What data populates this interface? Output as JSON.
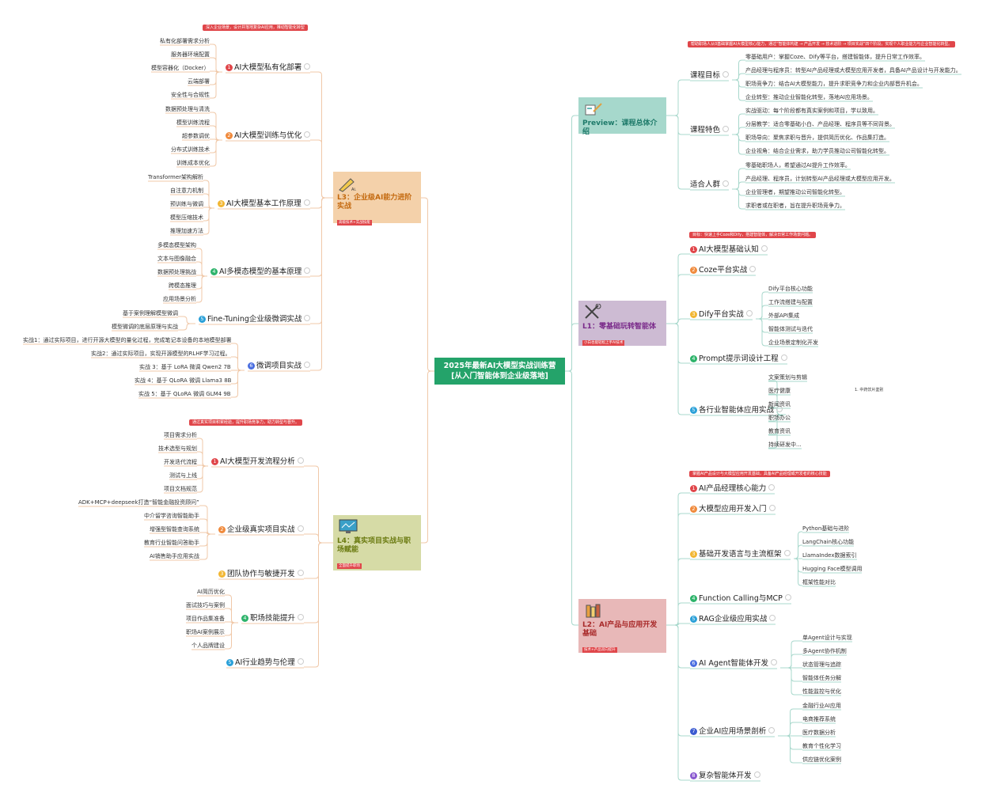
{
  "center": {
    "line1": "2025年最新AI大模型实战训练营",
    "line2": "[从入门智能体到企业级落地]"
  },
  "preview": {
    "title": "Preview：课程总体介绍",
    "tag": "帮助职场人从0基础掌握AI大模型核心能力，通过“智能体构建 → 产品开发 → 技术进阶 → 项目实战”四个阶段，实现个人职业能力与企业智能化转型。",
    "groups": [
      {
        "label": "课程目标",
        "items": [
          "零基础用户：掌握Coze、Dify等平台，搭建智能体，提升日常工作效率。",
          "产品经理与程序员：转型AI产品经理或大模型应用开发者，具备AI产品设计与开发能力。",
          "职场竞争力：结合AI大模型能力，提升求职竞争力和企业内部晋升机会。",
          "企业转型：推动企业智能化转型，落地AI应用场景。"
        ]
      },
      {
        "label": "课程特色",
        "items": [
          "实战驱动：每个阶段都有真实案例和项目，学以致用。",
          "分层教学：适合零基础小白、产品经理、程序员等不同背景。",
          "职场导向：聚焦求职与晋升，提供简历优化、作品集打造。",
          "企业视角：结合企业需求，助力学员推动公司智能化转型。"
        ]
      },
      {
        "label": "适合人群",
        "items": [
          "零基础职场人，希望通过AI提升工作效率。",
          "产品经理、程序员，计划转型AI产品经理或大模型应用开发。",
          "企业管理者，期望推动公司智能化转型。",
          "求职者或在职者，旨在提升职场竞争力。"
        ]
      }
    ]
  },
  "l1": {
    "title": "L1：零基础玩转智能体",
    "sub": "小白也能轻松上手AI技术",
    "tag": "目标：快速上手Coze和Dify，搭建智能体，解决日常工作场景问题。",
    "items": [
      {
        "num": "1",
        "label": "AI大模型基础认知"
      },
      {
        "num": "2",
        "label": "Coze平台实战"
      },
      {
        "num": "3",
        "label": "Dify平台实战",
        "children": [
          "Dify平台核心功能",
          "工作流搭建与配置",
          "外部API集成",
          "智能体测试与迭代",
          "企业场景定制化开发"
        ]
      },
      {
        "num": "4",
        "label": "Prompt提示词设计工程"
      },
      {
        "num": "5",
        "label": "各行业智能体应用实战",
        "children": [
          "文案策划与剪辑",
          "医疗健康",
          "新闻资讯",
          "职场办公",
          "教育资讯",
          "持续研发中..."
        ],
        "note": "1. 中药饮片鉴别"
      }
    ]
  },
  "l2": {
    "title": "L2：AI产品与应用开发基础",
    "sub": "技术+产品双向提升",
    "tag": "掌握AI产品设计与大模型应用开发基础，具备AI产品经理或开发者的核心技能",
    "items": [
      {
        "num": "1",
        "label": "AI产品经理核心能力"
      },
      {
        "num": "2",
        "label": "大模型应用开发入门"
      },
      {
        "num": "3",
        "label": "基础开发语言与主流框架",
        "children": [
          "Python基础与进阶",
          "LangChain核心功能",
          "LlamaIndex数据索引",
          "Hugging Face模型调用",
          "框架性能对比"
        ]
      },
      {
        "num": "4",
        "label": "Function Calling与MCP"
      },
      {
        "num": "5",
        "label": "RAG企业级应用实战"
      },
      {
        "num": "6",
        "label": "AI Agent智能体开发",
        "children": [
          "单Agent设计与实现",
          "多Agent协作机制",
          "状态管理与追踪",
          "智能体任务分解",
          "性能监控与优化"
        ]
      },
      {
        "num": "7",
        "label": "企业AI应用场景剖析",
        "children": [
          "金融行业AI应用",
          "电商推荐系统",
          "医疗数据分析",
          "教育个性化学习",
          "供应链优化案例"
        ]
      },
      {
        "num": "8",
        "label": "复杂智能体开发"
      }
    ]
  },
  "l3": {
    "title": "L3：企业级AI能力进阶实战",
    "sub": "高级技术+实战技能",
    "tag": "深入企业场景，设计并落地复杂AI应用，推动智能化转型",
    "items": [
      {
        "num": "1",
        "label": "AI大模型私有化部署",
        "children": [
          "私有化部署需求分析",
          "服务器环境配置",
          "模型容器化（Docker）",
          "云端部署",
          "安全性与合规性"
        ]
      },
      {
        "num": "2",
        "label": "AI大模型训练与优化",
        "children": [
          "数据预处理与清洗",
          "模型训练流程",
          "超参数调优",
          "分布式训练技术",
          "训练成本优化"
        ]
      },
      {
        "num": "3",
        "label": "AI大模型基本工作原理",
        "children": [
          "Transformer架构解析",
          "自注意力机制",
          "预训练与微调",
          "模型压缩技术",
          "推理加速方法"
        ]
      },
      {
        "num": "4",
        "label": "AI多模态模型的基本原理",
        "children": [
          "多模态模型架构",
          "文本与图像融合",
          "数据预处理挑战",
          "跨模态推理",
          "应用场景分析"
        ]
      },
      {
        "num": "5",
        "label": "Fine-Tuning企业级微调实战",
        "children": [
          "基于案例理解模型微调",
          "模型微调的底层原理与实战"
        ]
      },
      {
        "num": "6",
        "label": "微调项目实战",
        "children": [
          "实战1：通过实际项目，进行开源大模型的量化过程，完成笔记本设备的本地模型部署",
          "实战2：通过实际项目，实现开源模型的RLHF学习过程。",
          "实战 3：基于 LoRA 微调 Qwen2 7B",
          "实战 4：基于 QLoRA 微调 Llama3 8B",
          "实战 5：基于 QLoRA 微调 GLM4 9B"
        ]
      }
    ]
  },
  "l4": {
    "title": "L4：真实项目实战与职场赋能",
    "sub": "全面提升职场",
    "tag": "通过真实项目积累经验，提升职场竞争力，助力转型与晋升。",
    "items": [
      {
        "num": "1",
        "label": "AI大模型开发流程分析",
        "children": [
          "项目需求分析",
          "技术选型与规划",
          "开发迭代流程",
          "测试与上线",
          "项目文档规范"
        ]
      },
      {
        "num": "2",
        "label": "企业级真实项目实战",
        "children": [
          "ADK+MCP+deepseek打造“智能金融投资顾问”",
          "中介留学咨询智能助手",
          "增强型智能查询系统",
          "教育行业智能问答助手",
          "AI销售助手应用实战"
        ]
      },
      {
        "num": "3",
        "label": "团队协作与敏捷开发"
      },
      {
        "num": "4",
        "label": "职场技能提升",
        "children": [
          "AI简历优化",
          "面试技巧与案例",
          "项目作品集准备",
          "职场AI案例展示",
          "个人品牌建设"
        ]
      },
      {
        "num": "5",
        "label": "AI行业趋势与伦理"
      }
    ]
  },
  "colors": {
    "center": "#24a36a",
    "line": "#f0c8a8",
    "line2": "#a8d8cc",
    "num": [
      "#e0464a",
      "#f08a3c",
      "#f2b632",
      "#2db36a",
      "#2aa0d8",
      "#4a6ee0",
      "#3a5ad0",
      "#8a5ad0"
    ]
  }
}
